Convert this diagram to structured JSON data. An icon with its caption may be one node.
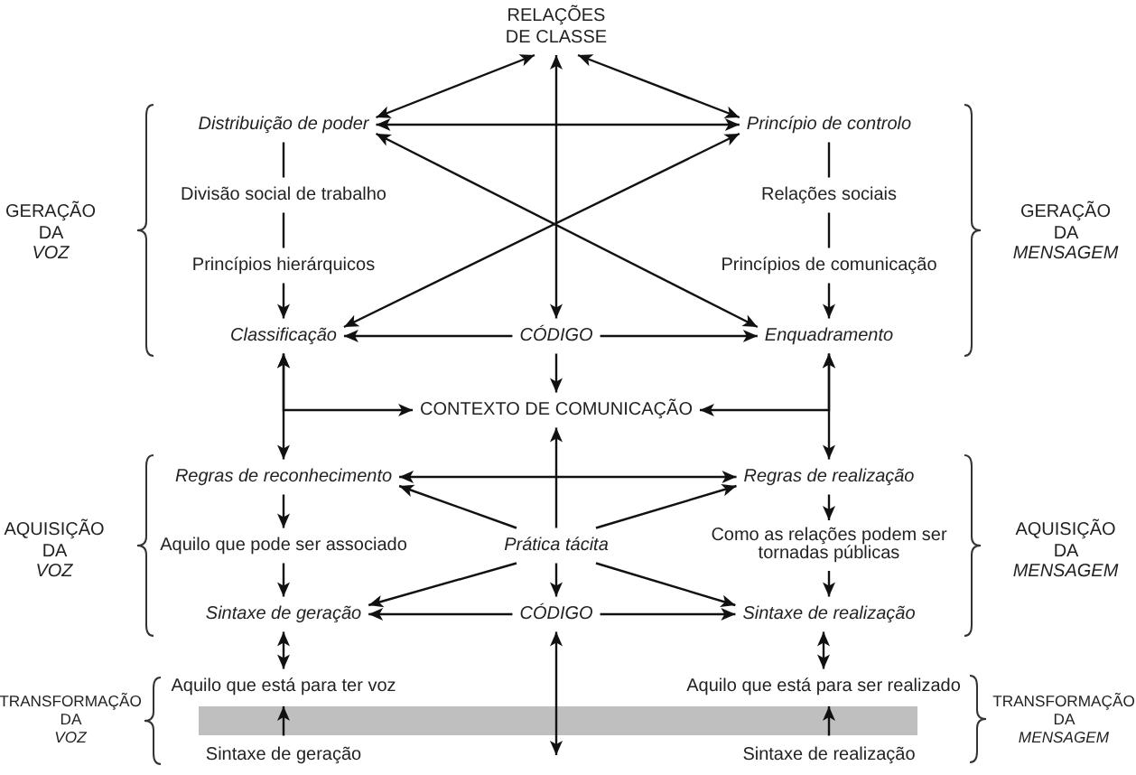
{
  "diagram": {
    "nodes": [
      {
        "text": [
          "RELAÇÕES DE CLASSE"
        ]
      },
      {
        "text": [
          "Distribuição de poder"
        ]
      },
      {
        "text": [
          "Princípio de controlo"
        ]
      },
      {
        "text": [
          "Divisão social de trabalho"
        ]
      },
      {
        "text": [
          "Relações sociais"
        ]
      },
      {
        "text": [
          "Princípios hierárquicos"
        ]
      },
      {
        "text": [
          "Princípios de comunicação"
        ]
      },
      {
        "text": [
          "Classificação"
        ]
      },
      {
        "text": [
          "CÓDIGO"
        ]
      },
      {
        "text": [
          "Enquadramento"
        ]
      },
      {
        "text": [
          "CONTEXTO DE COMUNICAÇÃO"
        ]
      },
      {
        "text": [
          "Regras de reconhecimento"
        ]
      },
      {
        "text": [
          "Regras de realização"
        ]
      },
      {
        "text": [
          "Aquilo que pode ser associado"
        ]
      },
      {
        "text": [
          "Prática tácita"
        ]
      },
      {
        "text": [
          "Como as relações podem ser tornadas públicas"
        ]
      },
      {
        "text": [
          "Sintaxe de geração"
        ]
      },
      {
        "text": [
          "CÓDIGO"
        ]
      },
      {
        "text": [
          "Sintaxe de realização"
        ]
      },
      {
        "text": [
          "Aquilo que está para ter voz"
        ]
      },
      {
        "text": [
          "Aquilo que está para ser realizado"
        ]
      },
      {
        "text": [],
        "shape": "bar"
      },
      {
        "text": [
          "Sintaxe de geração"
        ]
      },
      {
        "text": [
          "Sintaxe de realização"
        ]
      }
    ],
    "edges": [
      {
        "from": 0,
        "to": 1,
        "arrow": "both"
      },
      {
        "from": 0,
        "to": 2,
        "arrow": "both"
      },
      {
        "from": 0,
        "to": 8,
        "arrow": "both"
      },
      {
        "from": 1,
        "to": 2,
        "arrow": "both"
      },
      {
        "from": 1,
        "to": 9,
        "arrow": "both"
      },
      {
        "from": 7,
        "to": 2,
        "arrow": "both"
      },
      {
        "from": 1,
        "to": 3,
        "arrow": "none"
      },
      {
        "from": 3,
        "to": 5,
        "arrow": "none"
      },
      {
        "from": 5,
        "to": 7,
        "arrow": "to"
      },
      {
        "from": 2,
        "to": 4,
        "arrow": "none"
      },
      {
        "from": 4,
        "to": 6,
        "arrow": "none"
      },
      {
        "from": 6,
        "to": 9,
        "arrow": "to"
      },
      {
        "from": 8,
        "to": 7,
        "arrow": "to"
      },
      {
        "from": 8,
        "to": 9,
        "arrow": "to"
      },
      {
        "from": 8,
        "to": 10,
        "arrow": "to"
      },
      {
        "from": 7,
        "to": 11,
        "arrow": "both"
      },
      {
        "from": 7,
        "to": 10,
        "arrow": "both"
      },
      {
        "from": 9,
        "to": 12,
        "arrow": "both"
      },
      {
        "from": 9,
        "to": 10,
        "arrow": "both"
      },
      {
        "from": 14,
        "to": 10,
        "arrow": "to"
      },
      {
        "from": 11,
        "to": 12,
        "arrow": "both"
      },
      {
        "from": 14,
        "to": 11,
        "arrow": "to"
      },
      {
        "from": 14,
        "to": 12,
        "arrow": "to"
      },
      {
        "from": 14,
        "to": 16,
        "arrow": "to"
      },
      {
        "from": 14,
        "to": 18,
        "arrow": "to"
      },
      {
        "from": 14,
        "to": 17,
        "arrow": "to"
      },
      {
        "from": 17,
        "to": 16,
        "arrow": "to"
      },
      {
        "from": 17,
        "to": 18,
        "arrow": "to"
      },
      {
        "from": 17,
        "to": 21,
        "arrow": "both"
      },
      {
        "from": 11,
        "to": 13,
        "arrow": "to"
      },
      {
        "from": 13,
        "to": 16,
        "arrow": "to"
      },
      {
        "from": 12,
        "to": 15,
        "arrow": "to"
      },
      {
        "from": 15,
        "to": 18,
        "arrow": "to"
      },
      {
        "from": 16,
        "to": 19,
        "arrow": "both"
      },
      {
        "from": 18,
        "to": 20,
        "arrow": "both"
      },
      {
        "from": 22,
        "to": 21,
        "arrow": "to"
      },
      {
        "from": 23,
        "to": 21,
        "arrow": "to"
      }
    ],
    "labels": [
      "GERAÇÃO DA *VOZ*",
      "GERAÇÃO DA *MENSAGEM*",
      "AQUISIÇÃO DA *VOZ*",
      "AQUISIÇÃO DA *MENSAGEM*",
      "TRANSFORMAÇÃO DA *VOZ*",
      "TRANSFORMAÇÃO DA *MENSAGEM*"
    ]
  }
}
